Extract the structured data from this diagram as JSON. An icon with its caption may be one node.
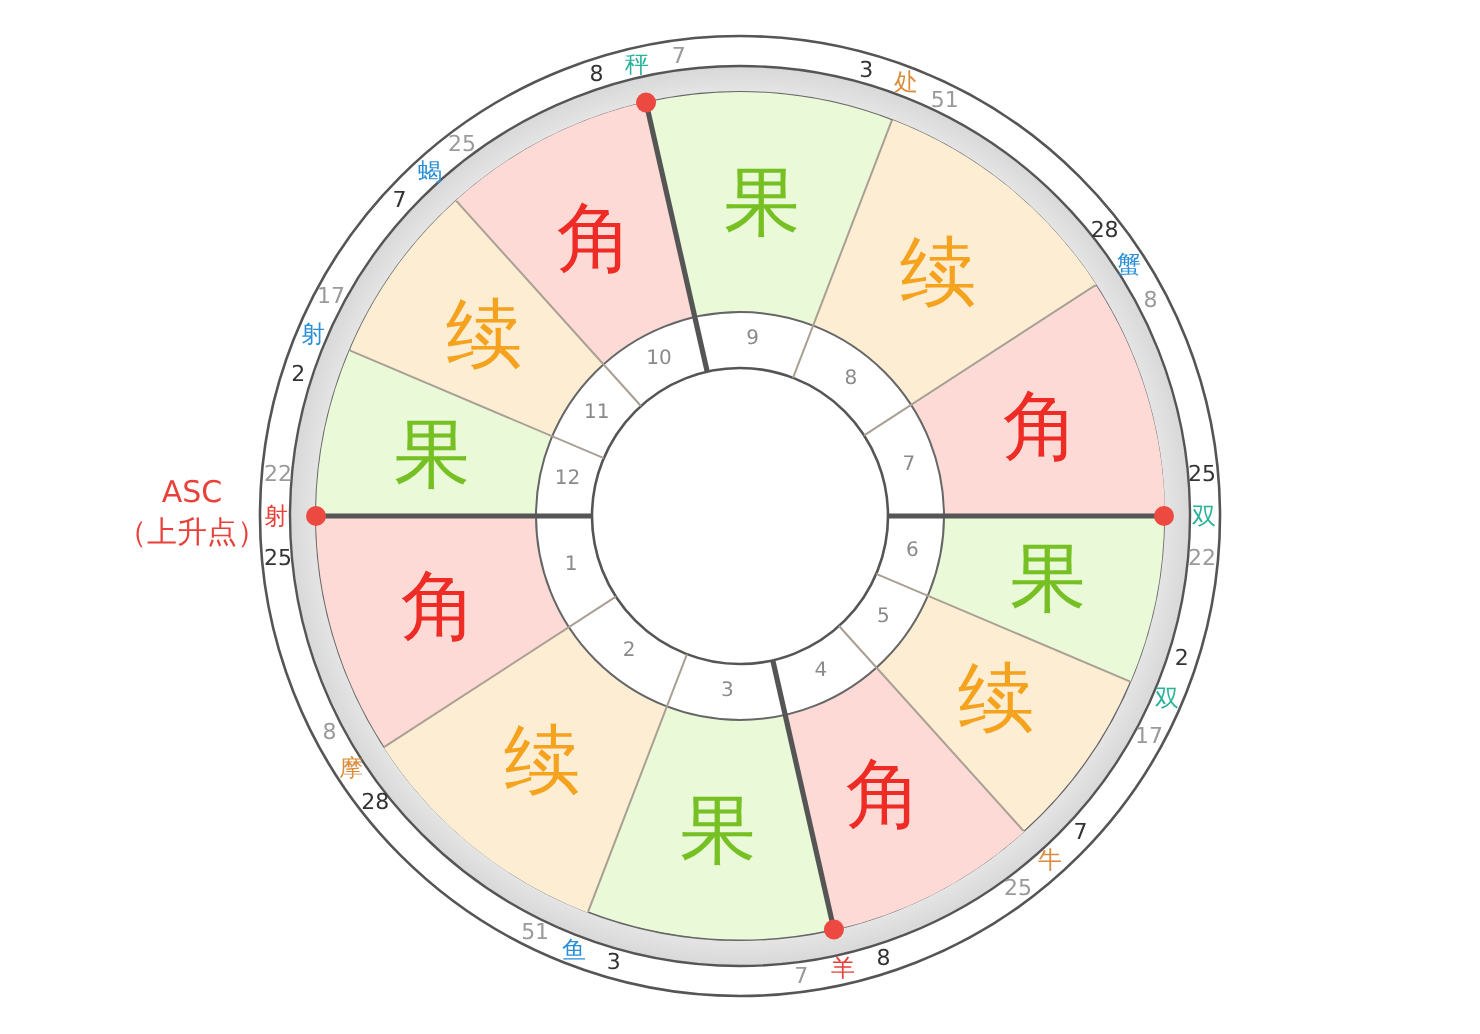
{
  "diagram": {
    "nodes": [
      {
        "text": [
          "角"
        ],
        "beside": [
          "1"
        ]
      },
      {
        "text": [
          "续"
        ],
        "beside": [
          "2"
        ]
      },
      {
        "text": [
          "果"
        ],
        "beside": [
          "3"
        ]
      },
      {
        "text": [
          "角"
        ],
        "beside": [
          "4"
        ]
      },
      {
        "text": [
          "续"
        ],
        "beside": [
          "5"
        ]
      },
      {
        "text": [
          "果"
        ],
        "beside": [
          "6"
        ]
      },
      {
        "text": [
          "角"
        ],
        "beside": [
          "7"
        ]
      },
      {
        "text": [
          "续"
        ],
        "beside": [
          "8"
        ]
      },
      {
        "text": [
          "果"
        ],
        "beside": [
          "9"
        ]
      },
      {
        "text": [
          "角"
        ],
        "beside": [
          "10"
        ]
      },
      {
        "text": [
          "续"
        ],
        "beside": [
          "11"
        ]
      },
      {
        "text": [
          "果"
        ],
        "beside": [
          "12"
        ]
      }
    ],
    "labels": [
      "ASC （上升点）",
      "25",
      "射",
      "22",
      "28",
      "摩",
      "8",
      "3",
      "鱼",
      "51",
      "8",
      "羊",
      "7",
      "7",
      "牛",
      "25",
      "2",
      "双",
      "17",
      "25",
      "双",
      "22",
      "28",
      "蟹",
      "8",
      "3",
      "处",
      "51",
      "8",
      "秤",
      "7",
      "7",
      "蝎",
      "25",
      "2",
      "射",
      "17"
    ]
  }
}
